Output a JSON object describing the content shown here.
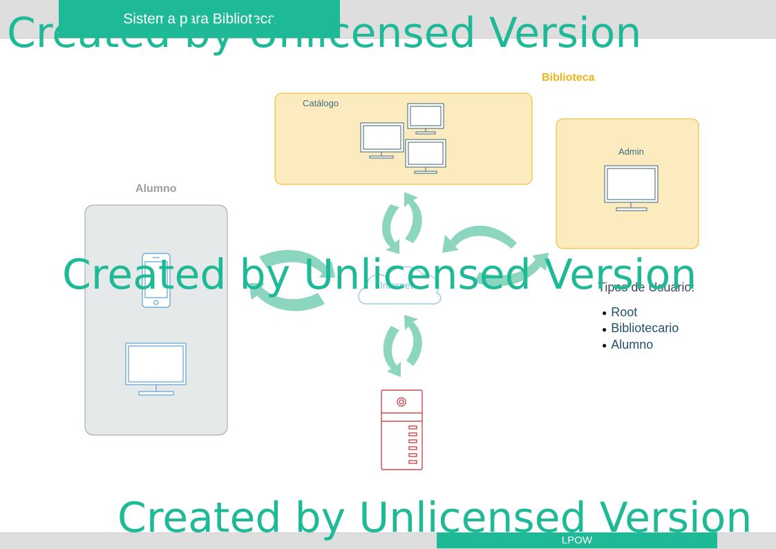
{
  "header": {
    "title": "Sistema para Biblioteca"
  },
  "footer": {
    "label": "LPOW"
  },
  "diagram": {
    "biblioteca_label": "Biblioteca",
    "catalogo_label": "Catálogo",
    "admin_label": "Admin",
    "alumno_label": "Alumno",
    "internet_label": "Internet"
  },
  "legend": {
    "title": "Tipos de Usuario:",
    "items": [
      "Root",
      "Bibliotecario",
      "Alumno"
    ]
  },
  "watermark": {
    "text": "Created by Unlicensed Version"
  },
  "colors": {
    "accent": "#1eb996",
    "biblioteca_fill": "#fdebc0",
    "biblioteca_border": "#f0b41a",
    "alumno_fill": "#e6e9ea",
    "arrow": "#7fd0b8",
    "monitor": "#5b7a83",
    "device_blue": "#5aa0d2",
    "server_red": "#c8282d"
  }
}
